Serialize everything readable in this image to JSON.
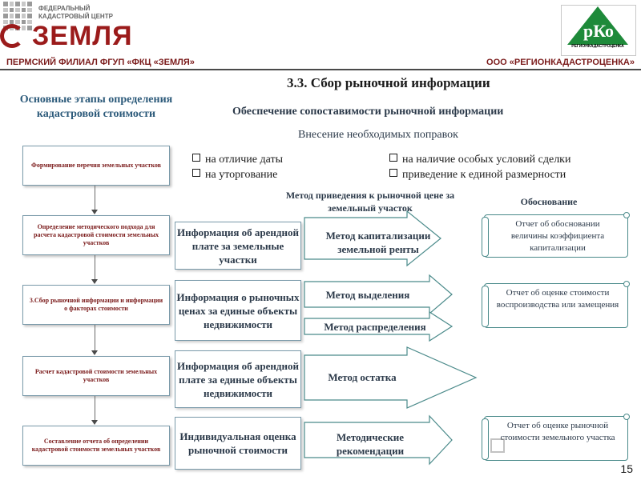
{
  "header": {
    "logo_small": "ФЕДЕРАЛЬНЫЙ КАДАСТРОВЫЙ ЦЕНТР",
    "logo_big": "ЗЕМЛЯ",
    "rko_logo": "рКо",
    "rko_sub": "РЕГИОНКАДАСТРОЦЕНКА",
    "left_org": "ПЕРМСКИЙ ФИЛИАЛ ФГУП «ФКЦ «ЗЕМЛЯ»",
    "right_org": "ООО «РЕГИОНКАДАСТРОЦЕНКА»"
  },
  "title": "3.3. Сбор рыночной информации",
  "left_title": "Основные этапы определения кадастровой стоимости",
  "subtitle1": "Обеспечение сопоставимости рыночной информации",
  "subtitle2": "Внесение необходимых поправок",
  "bullets": [
    "на отличие даты",
    "на уторгование",
    "на наличие особых условий сделки",
    "приведение к единой размерности"
  ],
  "column_headers": {
    "method": "Метод приведения к рыночной цене за земельный участок",
    "justification": "Обоснование"
  },
  "steps": [
    "Формирование перечня земельных участков",
    "Определение методического подхода для расчета кадастровой стоимости земельных участков",
    "3.Сбор рыночной информации и информации о факторах стоимости",
    "Расчет кадастровой стоимости земельных участков",
    "Составление отчета об определении кадастровой стоимости земельных участков"
  ],
  "info_boxes": [
    "Информация об арендной плате за земельные участки",
    "Информация о рыночных ценах за единые объекты недвижимости",
    "Информация об арендной плате за единые объекты недвижимости",
    "Индивидуальная оценка рыночной стоимости"
  ],
  "methods": [
    "Метод капитализации земельной ренты",
    "Метод выделения",
    "Метод распределения",
    "Метод остатка",
    "Методические рекомендации"
  ],
  "reports": [
    "Отчет об обосновании величины коэффициента капитализации",
    "Отчет об оценке стоимости воспроизводства или замещения",
    "Отчет об оценке рыночной стоимости земельного участка"
  ],
  "page_number": "15",
  "colors": {
    "brand_red": "#9b1b1b",
    "brand_green": "#1e8a3a",
    "text_blue": "#2c5a7a"
  }
}
